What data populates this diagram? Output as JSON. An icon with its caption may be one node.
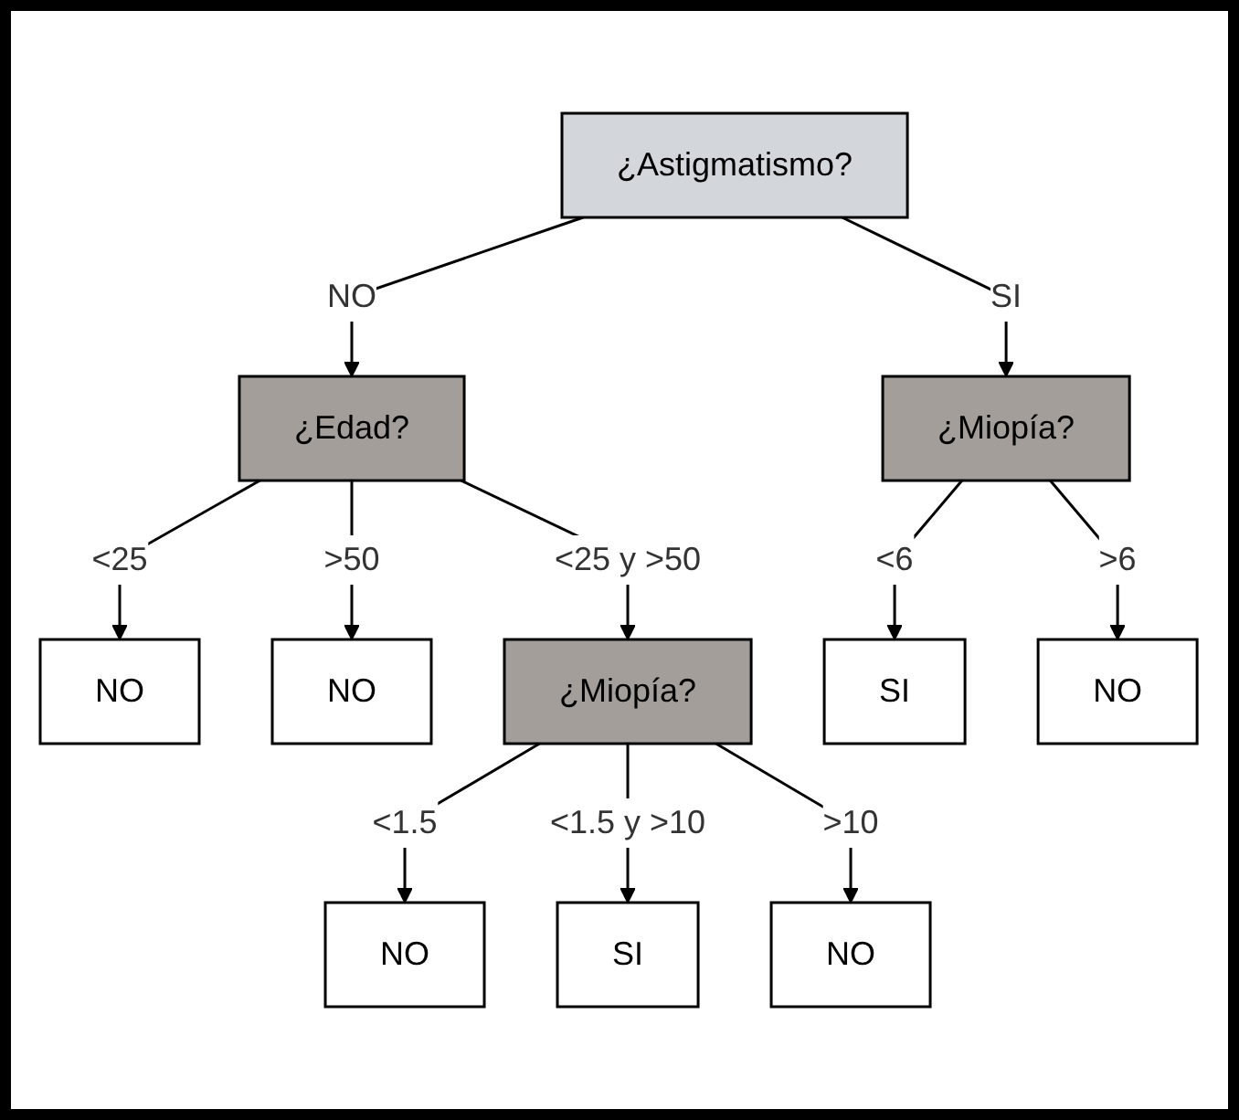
{
  "diagram": {
    "nodes": [
      {
        "text": [
          "¿Astigmatismo?"
        ]
      },
      {
        "text": [
          "¿Edad?"
        ]
      },
      {
        "text": [
          "¿Miopía?"
        ]
      },
      {
        "text": [
          "NO"
        ]
      },
      {
        "text": [
          "NO"
        ]
      },
      {
        "text": [
          "¿Miopía?"
        ]
      },
      {
        "text": [
          "SI"
        ]
      },
      {
        "text": [
          "NO"
        ]
      },
      {
        "text": [
          "NO"
        ]
      },
      {
        "text": [
          "NO"
        ]
      },
      {
        "text": [
          "SI"
        ]
      }
    ],
    "edges": [
      {
        "from": 0,
        "to": 1,
        "arrow": "to",
        "label": "NO"
      },
      {
        "from": 0,
        "to": 2,
        "arrow": "to",
        "label": "SI"
      },
      {
        "from": 1,
        "to": 3,
        "arrow": "to",
        "label": "<25"
      },
      {
        "from": 1,
        "to": 5,
        "arrow": "to",
        "label": "<25 y >50"
      },
      {
        "from": 1,
        "to": 4,
        "arrow": "to",
        "label": ">50"
      },
      {
        "from": 2,
        "to": 6,
        "arrow": "to",
        "label": "<6"
      },
      {
        "from": 2,
        "to": 7,
        "arrow": "to",
        "label": ">6"
      },
      {
        "from": 5,
        "to": 8,
        "arrow": "to",
        "label": "<1.5"
      },
      {
        "from": 5,
        "to": 10,
        "arrow": "to",
        "label": "<1.5 y >10"
      },
      {
        "from": 5,
        "to": 9,
        "arrow": "to",
        "label": ">10"
      }
    ]
  }
}
